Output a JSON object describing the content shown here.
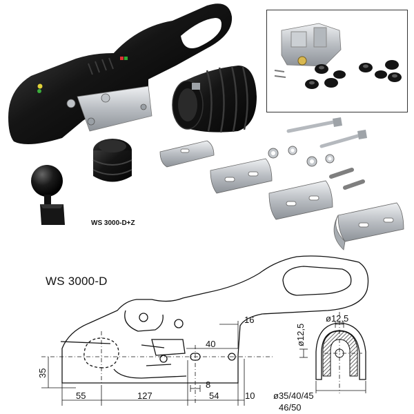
{
  "product_caption": "WS 3000-D+Z",
  "drawing_title": "WS 3000-D",
  "dimensions": {
    "d16": "16",
    "d40": "40",
    "d8": "8",
    "d35": "35",
    "d55": "55",
    "d127": "127",
    "d54": "54",
    "d10": "10",
    "d12_5_vertical": "ø12,5",
    "d12_5_horizontal": "ø12,5",
    "tube_diameters": "ø35/40/45",
    "tube_diameters_alt": "46/50"
  },
  "colors": {
    "coupling_body": "#1a1a1a",
    "galvanized": "#c9ccd0",
    "line": "#111111"
  }
}
